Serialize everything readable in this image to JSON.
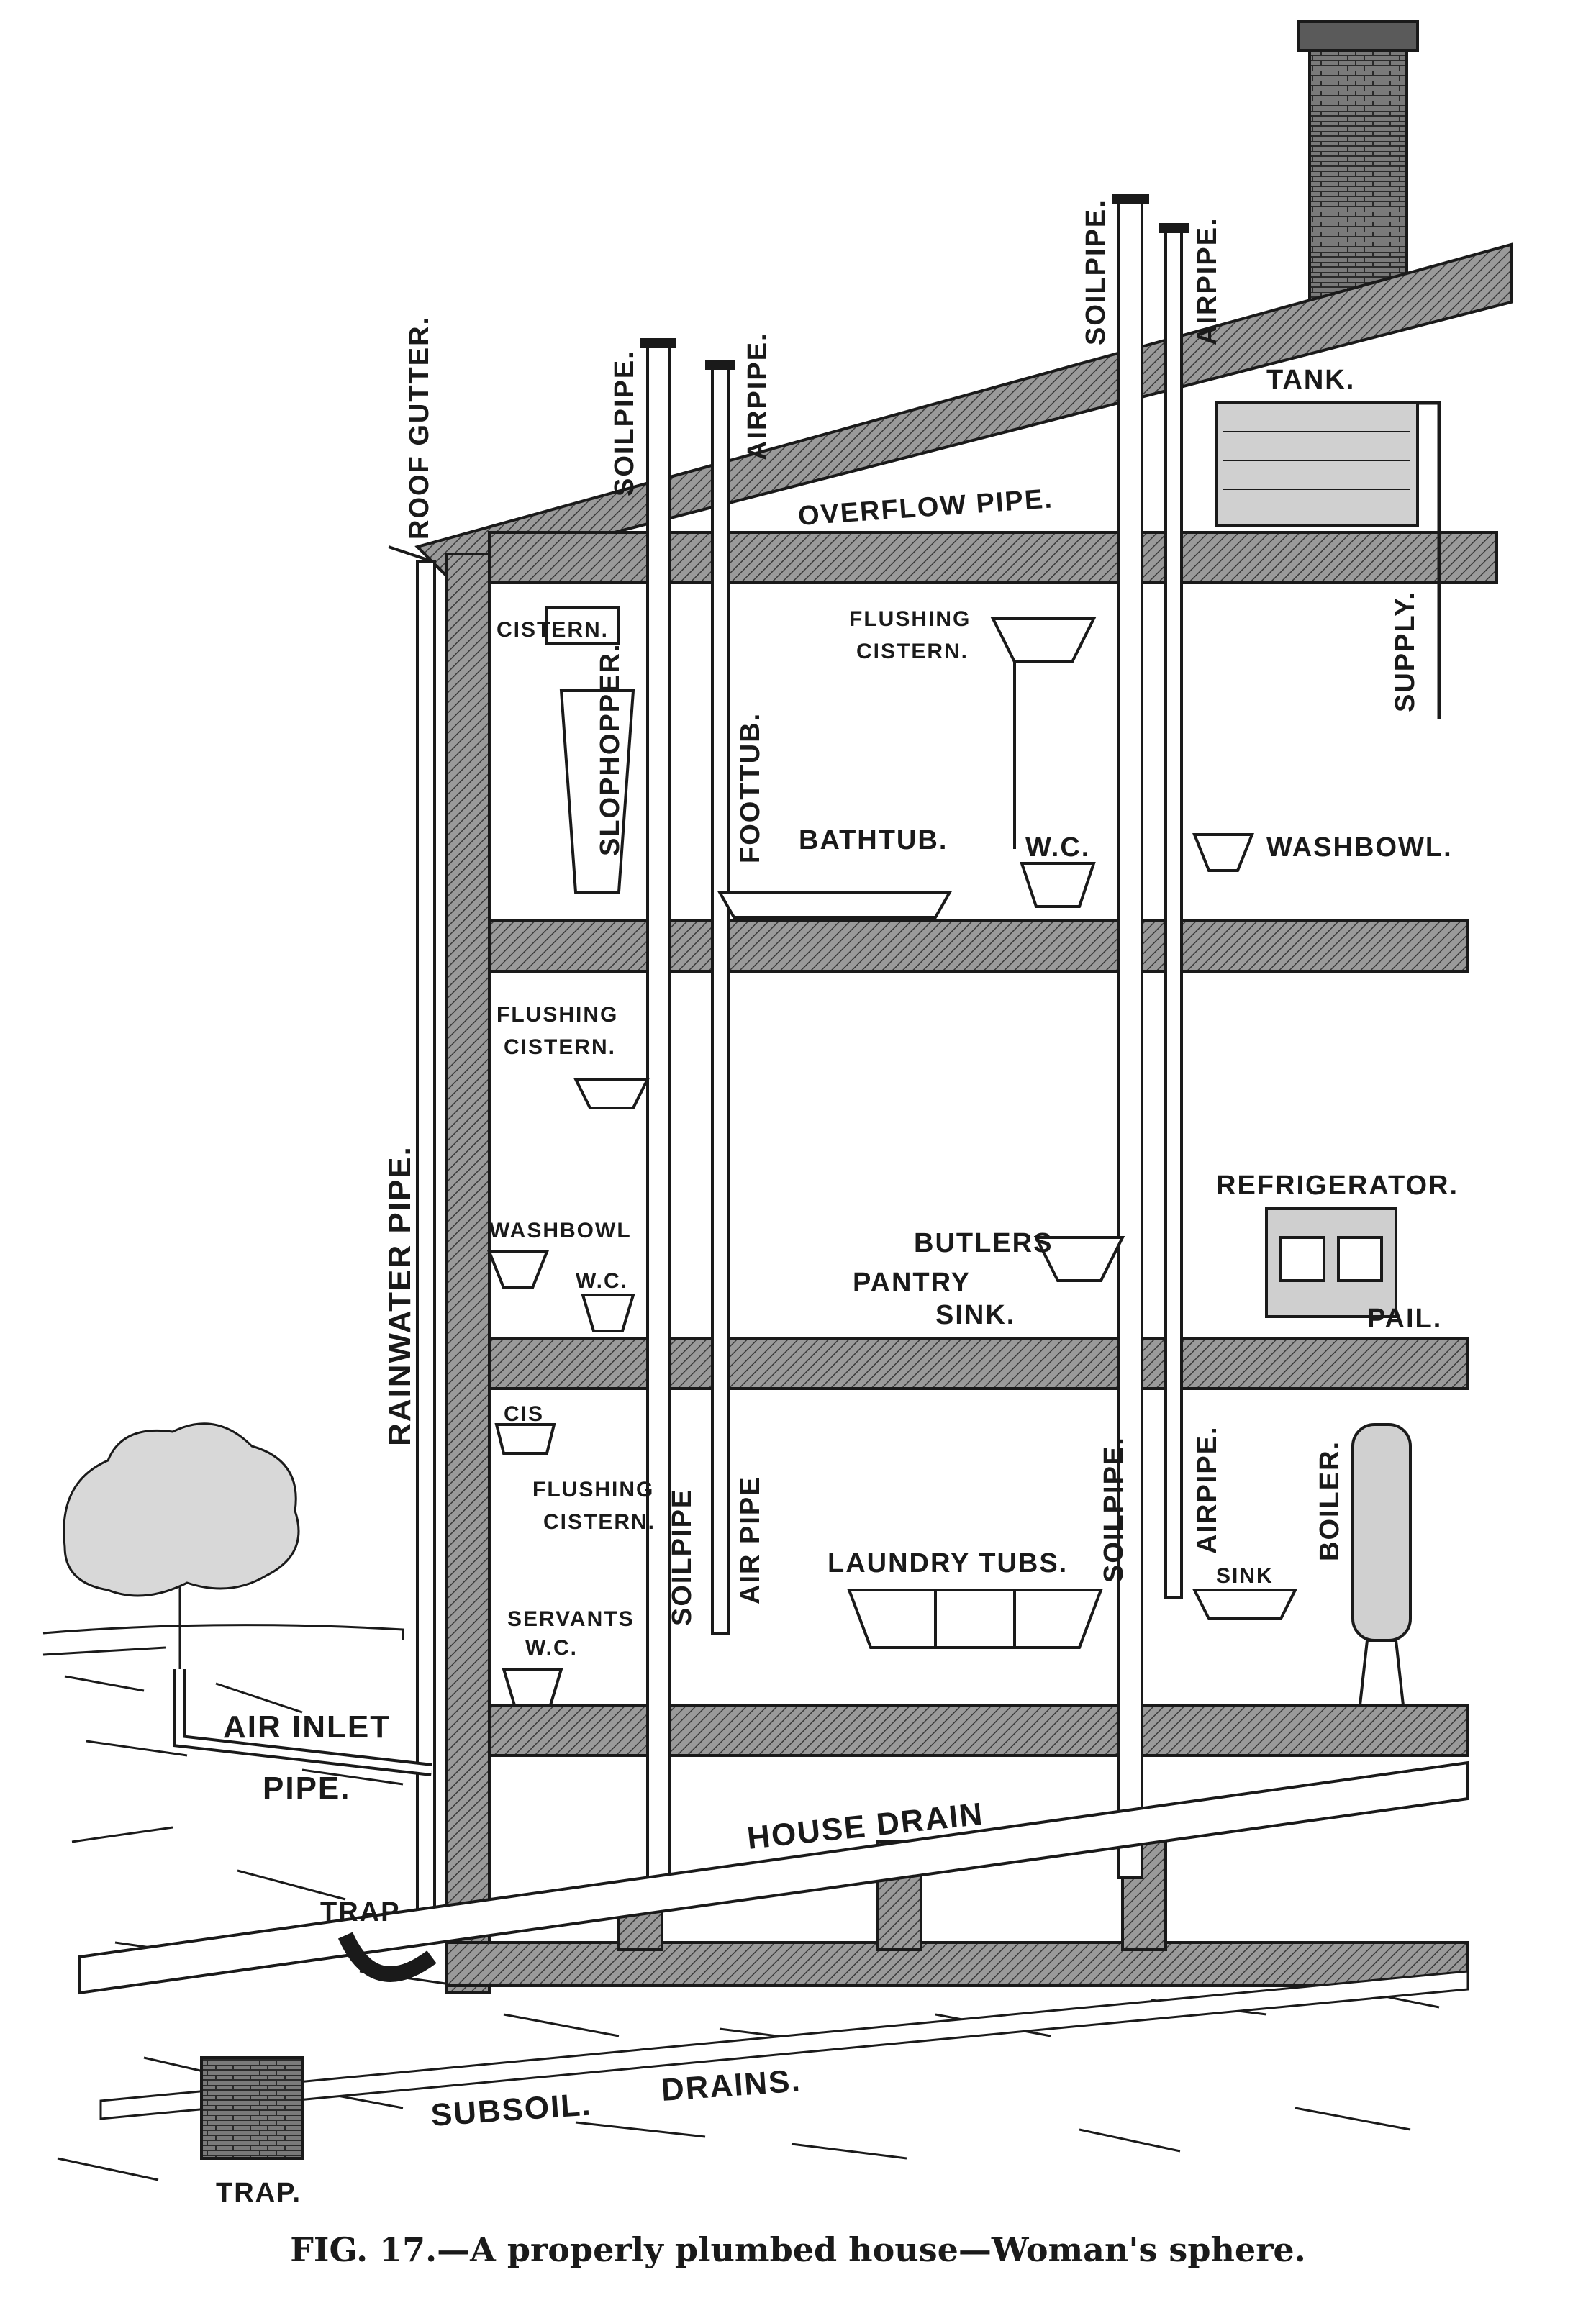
{
  "labels": {
    "roof_gutter": "ROOF GUTTER.",
    "soilpipe_top_left": "SOILPIPE.",
    "airpipe_top_left": "AIRPIPE.",
    "soilpipe_top_right": "SOILPIPE.",
    "airpipe_top_right": "AIRPIPE.",
    "tank": "TANK.",
    "overflow_pipe": "OVERFLOW  PIPE.",
    "cistern": "CISTERN.",
    "flushing_cistern_top_1": "FLUSHING",
    "flushing_cistern_top_2": "CISTERN.",
    "supply": "SUPPLY.",
    "slophopper": "SLOPHOPPER.",
    "foottub": "FOOTTUB.",
    "bathtub": "BATHTUB.",
    "wc_top": "W.C.",
    "washbowl_top": "WASHBOWL.",
    "flushing_cistern_mid_1": "FLUSHING",
    "flushing_cistern_mid_2": "CISTERN.",
    "rainwater_pipe": "RAINWATER   PIPE.",
    "refrigerator": "REFRIGERATOR.",
    "washbowl_mid": "WASHBOWL",
    "wc_mid": "W.C.",
    "butlers": "BUTLERS",
    "pantry": "PANTRY",
    "sink_mid": "SINK.",
    "pail": "PAIL.",
    "cistern_low": "CIS",
    "flushing_cistern_low_1": "FLUSHING",
    "flushing_cistern_low_2": "CISTERN.",
    "soilpipe_low_left": "SOILPIPE",
    "air_pipe_low": "AIR PIPE",
    "laundry_tubs": "LAUNDRY TUBS.",
    "soilpipe_low_right": "SOILPIPE.",
    "airpipe_low_right": "AIRPIPE.",
    "boiler": "BOILER.",
    "servants": "SERVANTS",
    "wc_low": "W.C.",
    "sink_low": "SINK",
    "air_inlet": "AIR INLET",
    "pipe": "PIPE.",
    "house_drain": "HOUSE  DRAIN",
    "trap_upper": "TRAP",
    "subsoil": "SUBSOIL.",
    "drains": "DRAINS.",
    "trap_lower": "TRAP."
  },
  "caption": "FIG. 17.—A properly plumbed house—Woman's sphere.",
  "colors": {
    "ink": "#1a1a1a",
    "wall": "#8a8a8a",
    "paper": "#ffffff"
  }
}
